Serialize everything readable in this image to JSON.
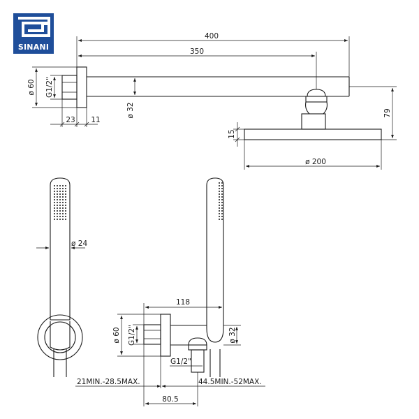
{
  "brand": {
    "name": "SINANI",
    "color": "#1f4e9a"
  },
  "colors": {
    "line": "#1a1a1a",
    "background": "#ffffff"
  },
  "shower_arm": {
    "total_length": "400",
    "arm_length": "350",
    "flange_diameter": "ø 60",
    "thread": "G1/2\"",
    "tube_diameter": "ø 32",
    "flange_depth": "23",
    "flange_plate": "11",
    "drop_height": "79",
    "head_thickness": "15",
    "head_diameter": "ø 200"
  },
  "hand_shower": {
    "handle_diameter": "ø 24"
  },
  "wall_outlet": {
    "length": "118",
    "flange_diameter": "ø 60",
    "thread": "G1/2\"",
    "hose_thread": "G1/2\"",
    "body_diameter": "ø 32",
    "depth_range_left": "21MIN.-28.5MAX.",
    "depth_range_right": "44.5MIN.-52MAX.",
    "outlet_offset": "80.5"
  }
}
